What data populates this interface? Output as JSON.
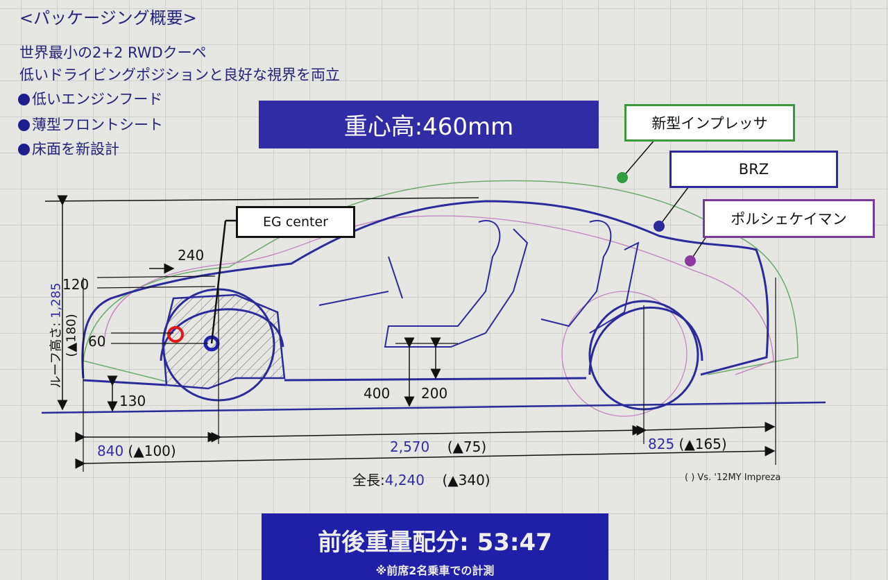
{
  "title": "<パッケージング概要>",
  "intro": [
    "世界最小の2+2 RWDクーペ",
    "低いドライビングポジションと良好な視界を両立"
  ],
  "bullets": [
    "低いエンジンフード",
    "薄型フロントシート",
    "床面を新設計"
  ],
  "center_of_gravity": "重心高:460mm",
  "legend": {
    "impreza": "新型インプレッサ",
    "brz": "BRZ",
    "porsche": "ポルシェケイマン"
  },
  "eg_center": "EG center",
  "dimensions": {
    "d240": "240",
    "d120": "120",
    "d60": "60",
    "d130": "130",
    "d400": "400",
    "d200": "200",
    "roof_label": "ルーフ高さ:",
    "roof_value": "1,285",
    "roof_delta": "(▲180)",
    "front_overhang": "840",
    "front_overhang_delta": "(▲100)",
    "wheelbase": "2,570",
    "wheelbase_delta": "(▲75)",
    "rear_overhang": "825",
    "rear_overhang_delta": "(▲165)",
    "length_label": "全長:",
    "length": "4,240",
    "length_delta": "(▲340)"
  },
  "comparison_note": "( ) Vs. '12MY Impreza",
  "weight_distribution": {
    "main": "前後重量配分: 53:47",
    "note": "※前席2名乗車での計測"
  },
  "colors": {
    "brz": "#2a2a9a",
    "impreza": "#3a9a3a",
    "porsche": "#b070b0",
    "banner": "#2f2ca6"
  }
}
